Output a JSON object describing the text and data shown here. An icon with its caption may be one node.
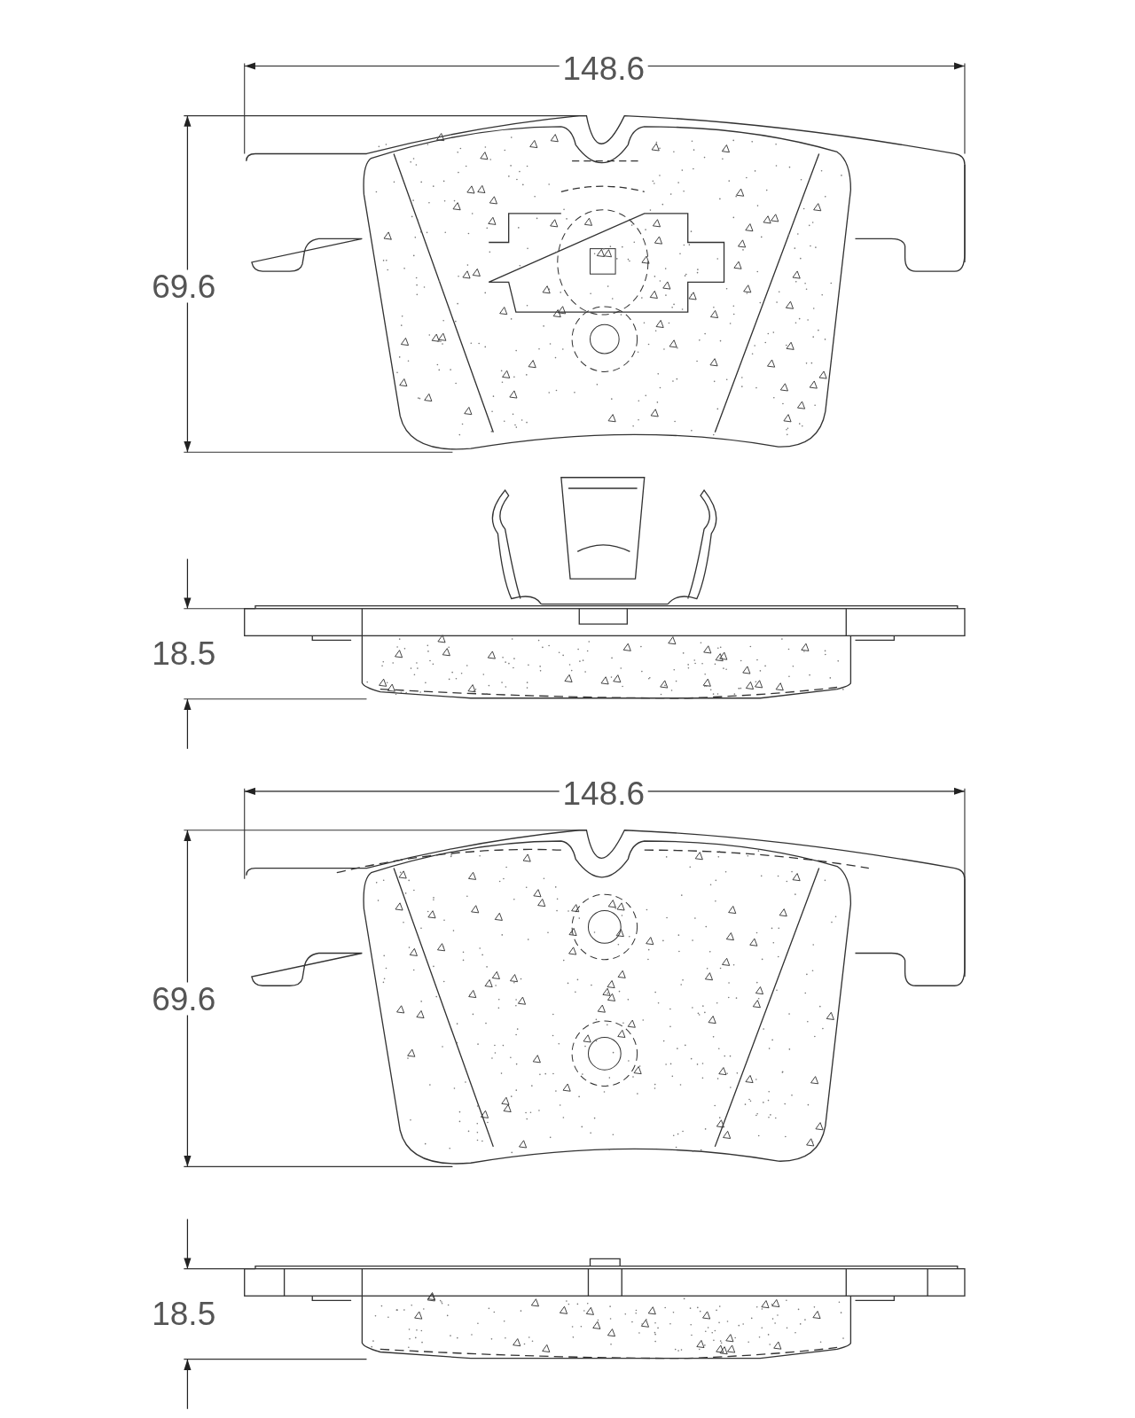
{
  "diagram": {
    "labels": [
      "148.6",
      "69.6",
      "18.5",
      "148.6",
      "69.6",
      "18.5"
    ]
  }
}
